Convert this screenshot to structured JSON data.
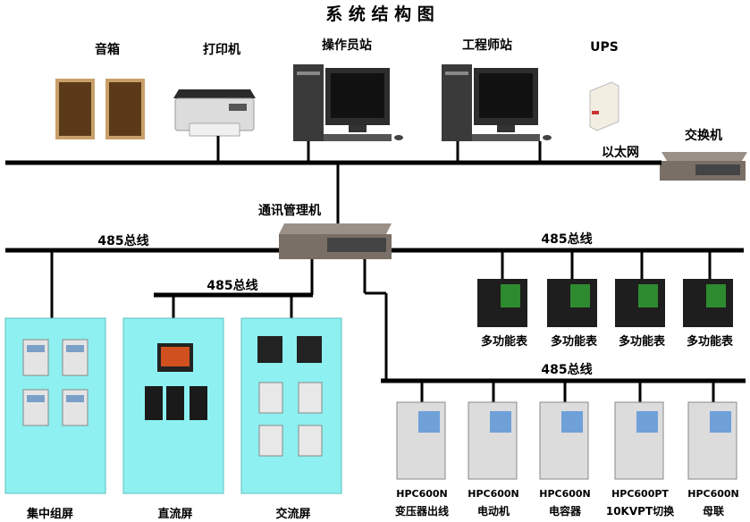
{
  "title": "系 统 结 构 图",
  "top_devices": {
    "speaker": "音箱",
    "printer": "打印机",
    "operator_station": "操作员站",
    "engineer_station": "工程师站",
    "ups": "UPS",
    "switch": "交换机",
    "ethernet": "以太网"
  },
  "comm_manager": "通讯管理机",
  "bus_labels": {
    "main_left": "485总线",
    "main_right": "485总线",
    "panel": "485总线",
    "protection": "485总线"
  },
  "meters": [
    "多功能表",
    "多功能表",
    "多功能表",
    "多功能表"
  ],
  "panels": [
    "集中组屏",
    "直流屏",
    "交流屏"
  ],
  "protection_units": [
    {
      "model": "HPC600N",
      "name": "变压器出线"
    },
    {
      "model": "HPC600N",
      "name": "电动机"
    },
    {
      "model": "HPC600N",
      "name": "电容器"
    },
    {
      "model": "HPC600PT",
      "name": "10KVPT切换"
    },
    {
      "model": "HPC600N",
      "name": "母联"
    }
  ],
  "colors": {
    "panel_fill": "#8ef0f0",
    "line": "#000000",
    "switch_body": "#7a6f66",
    "monitor_screen": "#1a1a1a",
    "speaker_wood": "#8b5a2b"
  }
}
